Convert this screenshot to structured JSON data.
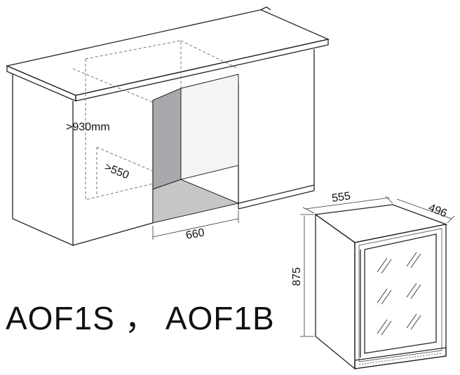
{
  "diagram": {
    "labels": {
      "height_min": ">930mm",
      "depth_min": ">550",
      "width_opening": "660",
      "unit_width": "555",
      "unit_depth": "496",
      "unit_height": "875"
    },
    "model_names": "AOF1S ， AOF1B"
  },
  "colors": {
    "line": "#222222",
    "niche_side_shade": "#a9a9ad",
    "niche_floor_shade": "#c6c6c8",
    "background": "#ffffff"
  }
}
